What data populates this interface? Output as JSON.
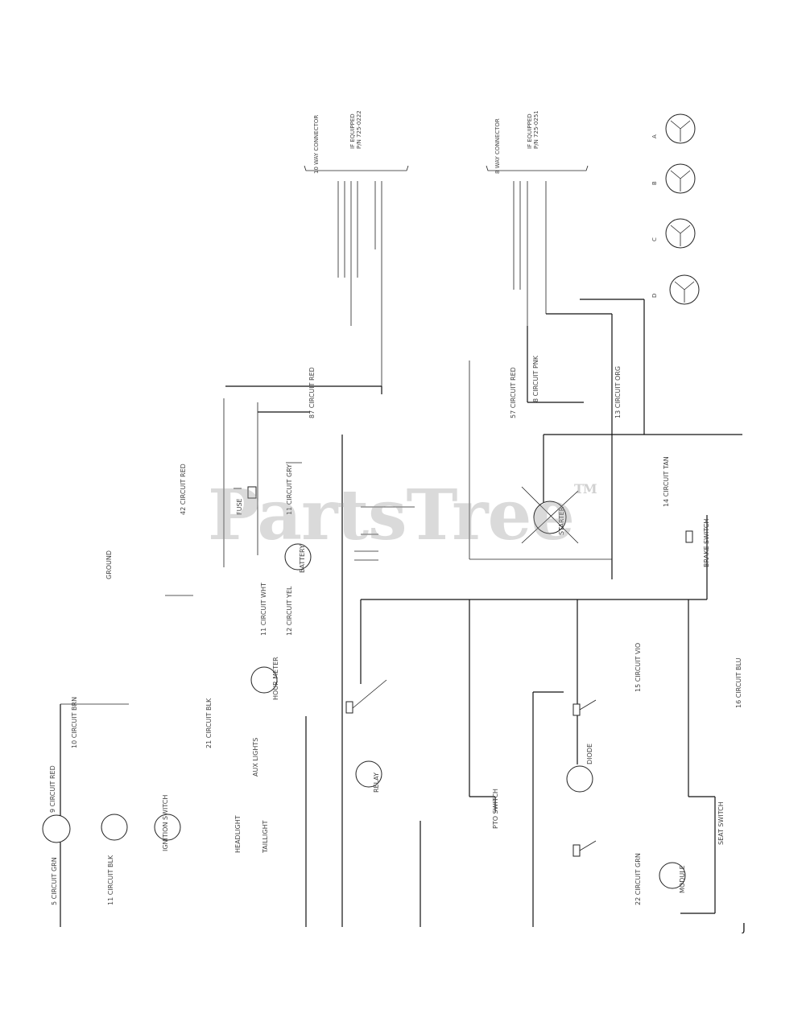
{
  "watermark": {
    "brand": "PartsTree",
    "tm": "TM"
  },
  "corner_mark": "J",
  "connectors": [
    {
      "name": "10-way-connector",
      "header": "10 WAY CONNECTOR",
      "note": "IF EQUIPPED",
      "part": "P/N 725-0222"
    },
    {
      "name": "8-way-connector",
      "header": "8 WAY CONNECTOR",
      "note": "IF EQUIPPED",
      "part": "P/N 725-0251"
    }
  ],
  "labels": {
    "circuit_grn_1": "5 CIRCUIT GRN",
    "circuit_brn": "10 CIRCUIT BRN",
    "circuit_red_1": "9 CIRCUIT RED",
    "circuit_blk": "11 CIRCUIT BLK",
    "circuit_red_2": "87 CIRCUIT RED",
    "circuit_wht": "11 CIRCUIT WHT",
    "circuit_yel": "12 CIRCUIT YEL",
    "circuit_gry": "11 CIRCUIT GRY",
    "circuit_red_3": "42 CIRCUIT RED",
    "circuit_grn_2": "22 CIRCUIT GRN",
    "circuit_blk_2": "21 CIRCUIT BLK",
    "ground": "GROUND",
    "pto_switch": "PTO SWITCH",
    "seat_switch": "SEAT SWITCH",
    "brake_switch": "BRAKE SWITCH",
    "ignition": "IGNITION SWITCH",
    "starter": "STARTER",
    "headlights": "HEADLIGHT",
    "taillight": "TAILLIGHT",
    "aux_lights": "AUX LIGHTS",
    "hour_meter": "HOUR METER",
    "battery": "BATTERY",
    "fuse": "FUSE",
    "relay": "RELAY",
    "diode": "DIODE",
    "module": "MODULE",
    "circuit_red_4": "57 CIRCUIT RED",
    "circuit_pnk": "8 CIRCUIT PNK",
    "circuit_org": "13 CIRCUIT ORG",
    "circuit_tan": "14 CIRCUIT TAN",
    "circuit_vio": "15 CIRCUIT VIO",
    "circuit_blu": "16 CIRCUIT BLU"
  },
  "plugs": [
    "A",
    "B",
    "C",
    "D"
  ]
}
